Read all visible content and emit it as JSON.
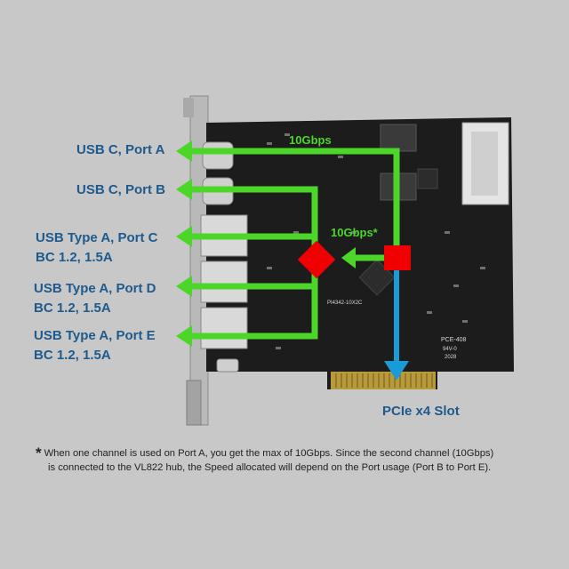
{
  "ports": [
    {
      "name": "USB C, Port A",
      "sub": ""
    },
    {
      "name": "USB C, Port B",
      "sub": ""
    },
    {
      "name": "USB Type A, Port C",
      "sub": "BC 1.2, 1.5A"
    },
    {
      "name": "USB Type A, Port D",
      "sub": "BC 1.2, 1.5A"
    },
    {
      "name": "USB Type A, Port E",
      "sub": "BC 1.2, 1.5A"
    }
  ],
  "speed_top": "10Gbps",
  "speed_mid": "10Gbps*",
  "slot_label": "PCIe x4 Slot",
  "board_text": {
    "chip": "PI4342-10X2C",
    "model": "PCE-408",
    "rev": "94V-0",
    "date": "2028"
  },
  "footnote": {
    "star": "*",
    "line1": "When one channel is used on Port A, you get the max of 10Gbps. Since the second channel (10Gbps)",
    "line2": "is connected to the VL822 hub, the Speed allocated will depend on the Port usage (Port B to Port E)."
  },
  "colors": {
    "background": "#c8c8c8",
    "label_blue": "#1e5a8c",
    "arrow_green": "#4cd62a",
    "arrow_blue": "#1a9ad6",
    "marker_red": "#f00000",
    "pcb": "#1c1c1c"
  }
}
